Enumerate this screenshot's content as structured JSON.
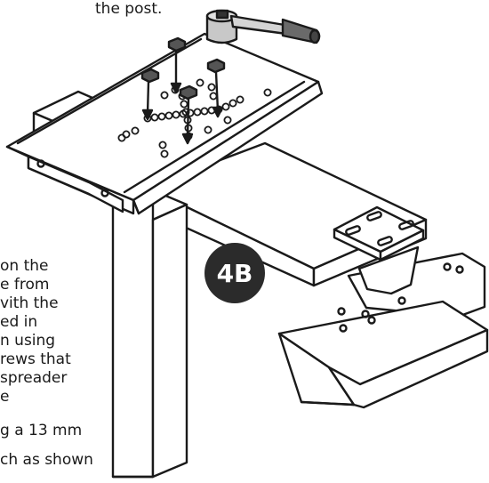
{
  "top_text": "the post.",
  "side_text_lines": [
    "on the",
    "e from",
    "vith the",
    "ed in",
    "n using",
    "rews that",
    "spreader",
    "e",
    "g a 13 mm",
    "ch as shown"
  ],
  "step_badge": "4B",
  "colors": {
    "ink": "#1a1a1a",
    "badge": "#2b2b2b",
    "wrench_handle": "#6a6a6a",
    "socket": "#c8c8c8"
  },
  "icons": [
    "socket-wrench-icon",
    "down-arrow-icon",
    "bolt-icon"
  ]
}
